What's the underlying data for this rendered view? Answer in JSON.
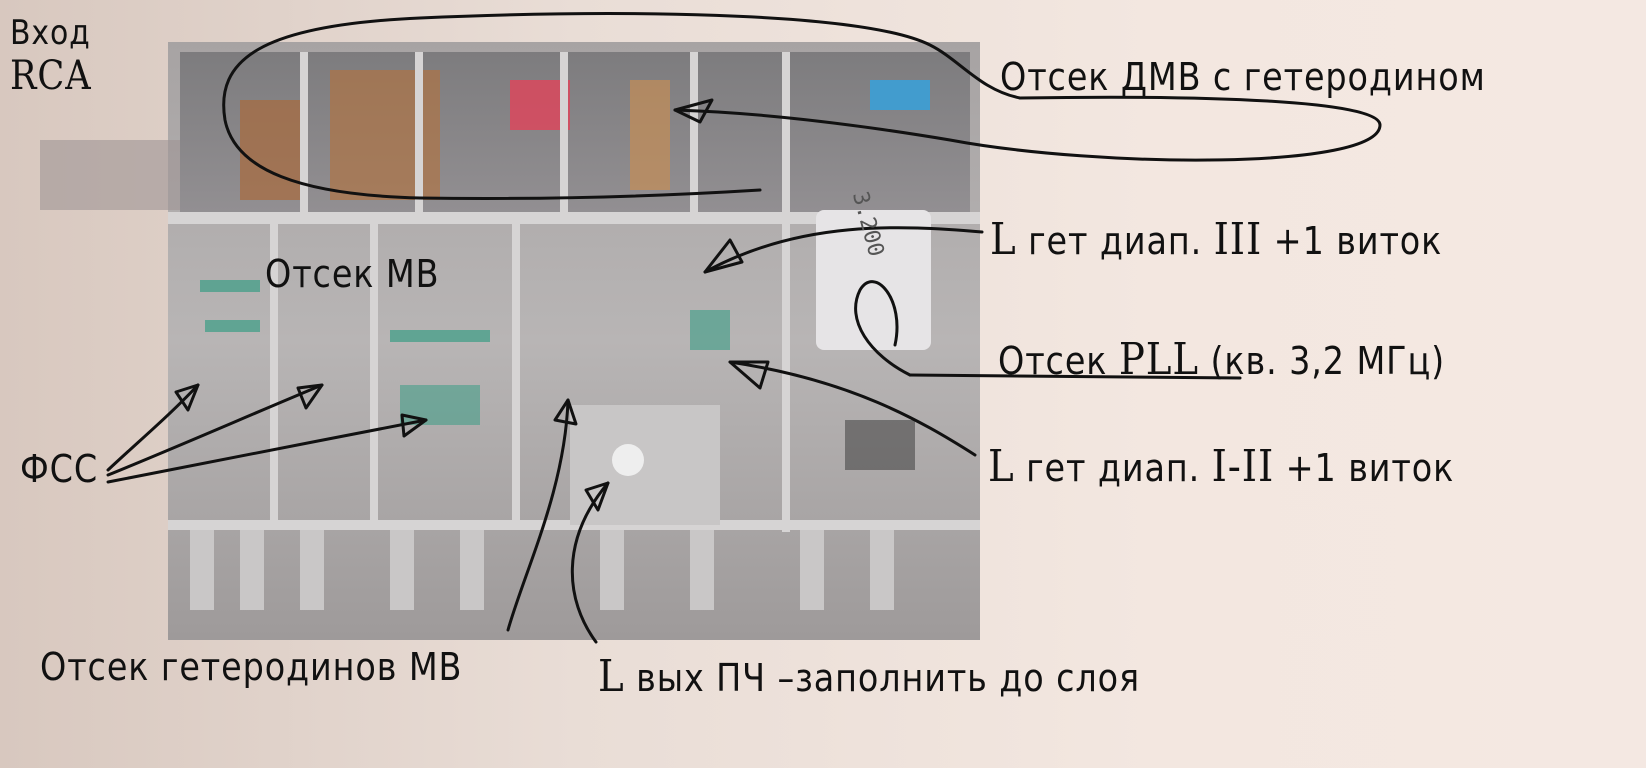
{
  "input_label": {
    "line1": "Вход",
    "line2": "RCA"
  },
  "labels": {
    "uhf_compartment": "Отсек ДМВ с гетеродином",
    "vhf_compartment": "Отсек МВ",
    "l_band3": {
      "prefix": "L",
      "mid": " гет диап. ",
      "band": "III",
      "suffix": " +1 виток"
    },
    "pll": {
      "prefix": "Отсек ",
      "name": "PLL",
      "suffix": " (кв. 3,2 МГц)"
    },
    "l_band12": {
      "prefix": "L",
      "mid": " гет диап. ",
      "band": "I-II",
      "suffix": " +1 виток"
    },
    "fss": "ФСС",
    "vhf_oscillators": "Отсек гетеродинов МВ",
    "l_if_out": {
      "prefix": "L",
      "suffix": " вых ПЧ –заполнить до слоя"
    }
  },
  "crystal_marking": "3.200"
}
